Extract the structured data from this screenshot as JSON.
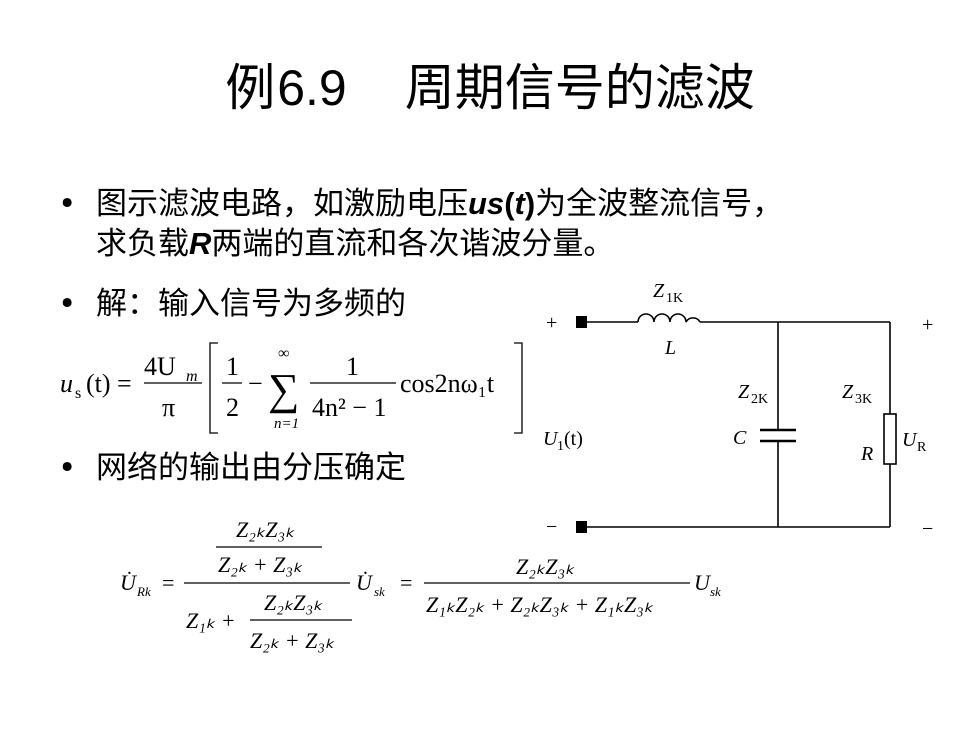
{
  "slide": {
    "title_prefix": "例",
    "title_number": "6.9",
    "title_text": "周期信号的滤波",
    "bullet1": {
      "line1_a": "图示滤波电路，如激励电压",
      "var_us": "us",
      "paren_open": "(",
      "var_t": "t",
      "paren_close": ")",
      "line1_b": "为全波整流信号，",
      "line2_a": "求负载",
      "var_R": "R",
      "line2_b": "两端的直流和各次谐波分量。"
    },
    "bullet2": {
      "text": "解：输入信号为多频的"
    },
    "bullet3": {
      "text": "网络的输出由分压确定"
    },
    "bullet_symbol": "•"
  },
  "formula1": {
    "lhs": "u",
    "lhs_sub": "s",
    "lhs_arg": "(t) =",
    "num": "4U",
    "num_sub": "m",
    "den": "π",
    "half_num": "1",
    "half_den": "2",
    "minus": "−",
    "sum_top": "∞",
    "sum_bottom": "n=1",
    "frac2_num": "1",
    "frac2_den": "4n² − 1",
    "cos_text": "cos2nω₁t"
  },
  "formula2": {
    "lhs": "U̇",
    "lhs_sub": "Rk",
    "eq": "=",
    "inner_num": "Z₂ₖZ₃ₖ",
    "inner_den": "Z₂ₖ + Z₃ₖ",
    "outer_num_frac_num": "Z₂ₖZ₃ₖ",
    "outer_num_frac_den": "Z₂ₖ + Z₃ₖ",
    "outer_den_prefix": "Z₁ₖ +",
    "outer_den_frac_num": "Z₂ₖZ₃ₖ",
    "outer_den_frac_den": "Z₂ₖ + Z₃ₖ",
    "mid_symbol": "U̇",
    "mid_sub": "sk",
    "eq2": "=",
    "rhs_num": "Z₂ₖZ₃ₖ",
    "rhs_den": "Z₁ₖZ₂ₖ + Z₂ₖZ₃ₖ + Z₁ₖZ₃ₖ",
    "rhs_symbol": "U",
    "rhs_sub": "sk"
  },
  "circuit": {
    "plus_left": "+",
    "plus_right": "+",
    "minus_left": "−",
    "minus_right": "−",
    "z1": "Z",
    "z1_sub": "1K",
    "l_label": "L",
    "z2": "Z",
    "z2_sub": "2K",
    "c_label": "C",
    "z3": "Z",
    "z3_sub": "3K",
    "r_label": "R",
    "u1": "U",
    "u1_sub": "1",
    "u1_arg": "(t)",
    "ur": "U",
    "ur_sub": "R"
  }
}
